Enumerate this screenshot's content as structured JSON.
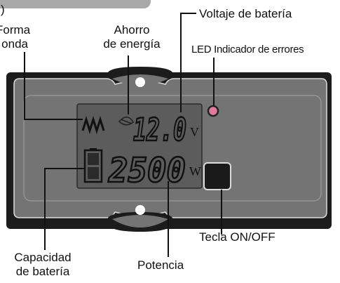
{
  "header_fragment": ")",
  "labels": {
    "waveform_line1": "Forma",
    "waveform_line2": "e onda",
    "eco_line1": "Ahorro",
    "eco_line2": "de energía",
    "battery_voltage": "Voltaje de batería",
    "error_led": "LED Indicador de errores",
    "onoff_key": "Tecla ON/OFF",
    "battery_capacity_line1": "Capacidad",
    "battery_capacity_line2": "de batería",
    "power": "Potencia"
  },
  "display": {
    "voltage_value": "12.0",
    "voltage_unit": "V",
    "power_value": "2500",
    "power_unit": "W",
    "waveform_glyph": "ʌʌʌ"
  },
  "icons": [
    "waveform-icon",
    "leaf-icon",
    "battery-icon",
    "led-icon",
    "power-key-icon",
    "screw-hole-icon"
  ],
  "colors": {
    "panel": "#737373",
    "frame": "#1c1c1c",
    "lcd": "#5c5c5c",
    "led": "#e07aa0",
    "tab": "#a9a9a9"
  }
}
